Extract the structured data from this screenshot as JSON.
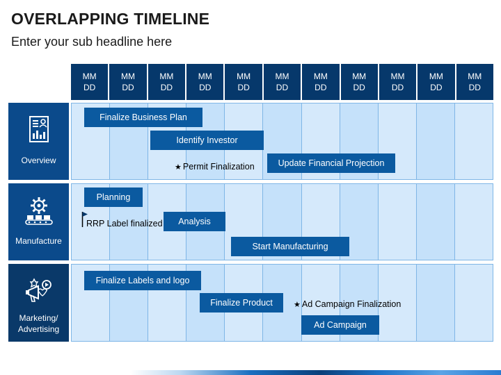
{
  "title": "OVERLAPPING TIMELINE",
  "subtitle": "Enter your sub headline here",
  "date_columns": [
    {
      "month": "MM",
      "day": "DD"
    },
    {
      "month": "MM",
      "day": "DD"
    },
    {
      "month": "MM",
      "day": "DD"
    },
    {
      "month": "MM",
      "day": "DD"
    },
    {
      "month": "MM",
      "day": "DD"
    },
    {
      "month": "MM",
      "day": "DD"
    },
    {
      "month": "MM",
      "day": "DD"
    },
    {
      "month": "MM",
      "day": "DD"
    },
    {
      "month": "MM",
      "day": "DD"
    },
    {
      "month": "MM",
      "day": "DD"
    },
    {
      "month": "MM",
      "day": "DD"
    }
  ],
  "rows": [
    {
      "label": "Overview",
      "icon": "report-document-icon",
      "tasks": [
        {
          "label": "Finalize Business Plan"
        },
        {
          "label": "Identify Investor"
        },
        {
          "label": "Update Financial Projection"
        }
      ],
      "milestones": [
        {
          "label": "Permit Finalization",
          "marker": "★"
        }
      ]
    },
    {
      "label": "Manufacture",
      "icon": "gear-conveyor-icon",
      "tasks": [
        {
          "label": "Planning"
        },
        {
          "label": "Analysis"
        },
        {
          "label": "Start Manufacturing"
        }
      ],
      "milestones": [
        {
          "label": "RRP Label finalized",
          "marker": "flag"
        }
      ]
    },
    {
      "label_line1": "Marketing/",
      "label_line2": "Advertising",
      "icon": "megaphone-social-icon",
      "tasks": [
        {
          "label": "Finalize Labels and logo"
        },
        {
          "label": "Finalize Product"
        },
        {
          "label": "Ad Campaign"
        }
      ],
      "milestones": [
        {
          "label": "Ad Campaign Finalization",
          "marker": "★"
        }
      ]
    }
  ],
  "colors": {
    "header_cell": "#06386b",
    "row_label": "#0b4a8b",
    "task_bar": "#0b5aa0",
    "grid_light": "#d5e9fb",
    "grid_line": "#7fb6e6"
  }
}
